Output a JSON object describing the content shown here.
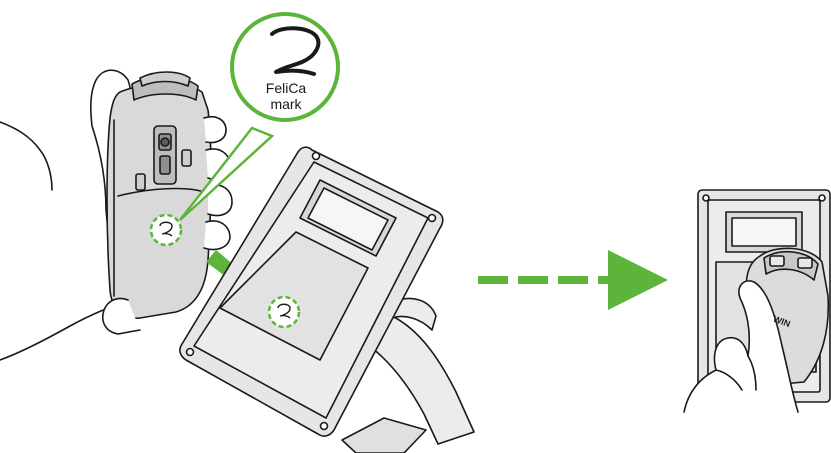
{
  "callout": {
    "line1": "FeliCa",
    "line2": "mark"
  },
  "phone_label": "WIN",
  "colors": {
    "accent_green": "#5cb53a",
    "outline": "#1a1a1a",
    "reader_fill": "#e6e6e6",
    "phone_fill": "#dcdcdc"
  }
}
